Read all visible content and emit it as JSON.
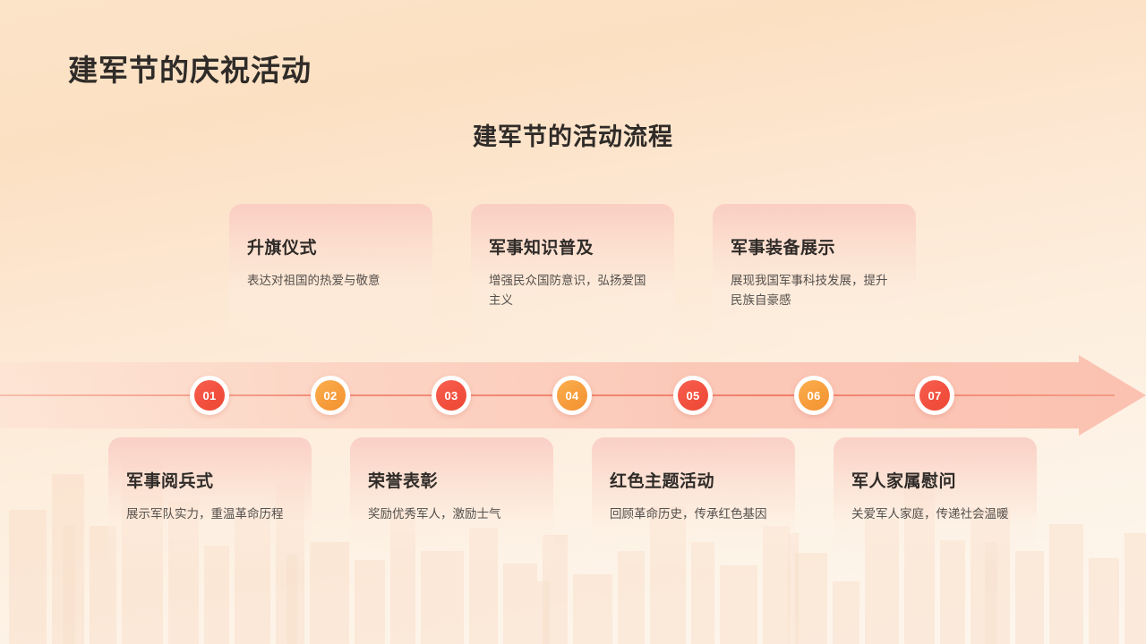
{
  "slide": {
    "title": "建军节的庆祝活动",
    "section_title": "建军节的活动流程",
    "accent_red": "#f2503f",
    "accent_orange": "#f79d3c",
    "background": "#fce4c9",
    "band_color": "#fbc6b7"
  },
  "timeline": {
    "markers": [
      {
        "number": "01",
        "color": "red"
      },
      {
        "number": "02",
        "color": "orange"
      },
      {
        "number": "03",
        "color": "red"
      },
      {
        "number": "04",
        "color": "orange"
      },
      {
        "number": "05",
        "color": "red"
      },
      {
        "number": "06",
        "color": "orange"
      },
      {
        "number": "07",
        "color": "red"
      }
    ]
  },
  "cards_top": [
    {
      "step": "01",
      "title": "升旗仪式",
      "desc": "表达对祖国的热爱与敬意"
    },
    {
      "step": "03",
      "title": "军事知识普及",
      "desc": "增强民众国防意识，弘扬爱国主义"
    },
    {
      "step": "05",
      "title": "军事装备展示",
      "desc": "展现我国军事科技发展，提升民族自豪感"
    }
  ],
  "cards_bottom": [
    {
      "step": "02",
      "title": "军事阅兵式",
      "desc": "展示军队实力，重温革命历程"
    },
    {
      "step": "04",
      "title": "荣誉表彰",
      "desc": "奖励优秀军人，激励士气"
    },
    {
      "step": "06",
      "title": "红色主题活动",
      "desc": "回顾革命历史，传承红色基因"
    },
    {
      "step": "07",
      "title": "军人家属慰问",
      "desc": "关爱军人家庭，传递社会温暖"
    }
  ]
}
